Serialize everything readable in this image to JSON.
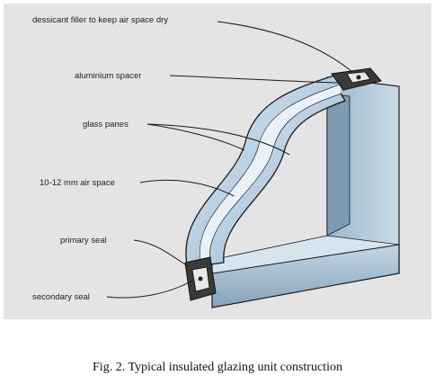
{
  "labels": {
    "desiccant": "dessicant filler to keep air space dry",
    "spacer": "aluminium spacer",
    "glass": "glass panes",
    "air_space": "10-12 mm air space",
    "primary_seal": "primary seal",
    "secondary_seal": "secondary seal"
  },
  "caption": "Fig. 2. Typical insulated glazing unit construction",
  "colors": {
    "panel_bg": "#e4e4e4",
    "glass_face": "#b8cfe0",
    "glass_light": "#dfeaf2",
    "glass_dark": "#7e9bb3",
    "outline": "#1a1a1a",
    "spacer": "#3a3a3a"
  }
}
